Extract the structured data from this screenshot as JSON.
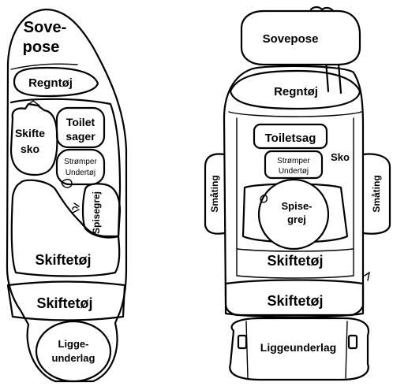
{
  "left_pack": {
    "sovepose_line1": "Sove-",
    "sovepose_line2": "pose",
    "regntoy": "Regntøj",
    "skiftesko_line1": "Skifte",
    "skiftesko_line2": "sko",
    "toiletsager_line1": "Toilet",
    "toiletsager_line2": "sager",
    "strompere": "Strømper",
    "undertoy": "Undertøj",
    "spisegrej": "Spisegrej",
    "skiftetoy_upper": "Skiftetøj",
    "skiftetoy_lower": "Skiftetøj",
    "liggeunderlag_line1": "Ligge-",
    "liggeunderlag_line2": "underlag"
  },
  "right_pack": {
    "sovepose": "Sovepose",
    "regntoy": "Regntøj",
    "toiletsag": "Toiletsag",
    "sko": "Sko",
    "strompere": "Strømper",
    "undertoy": "Undertøj",
    "spisegrej_line1": "Spise-",
    "spisegrej_line2": "grej",
    "smaating_left": "Småting",
    "smaating_right": "Småting",
    "skiftetoy_inner": "Skiftetøj",
    "skiftetoy_outer": "Skiftetøj",
    "liggeunderlag": "Liggeunderlag"
  }
}
